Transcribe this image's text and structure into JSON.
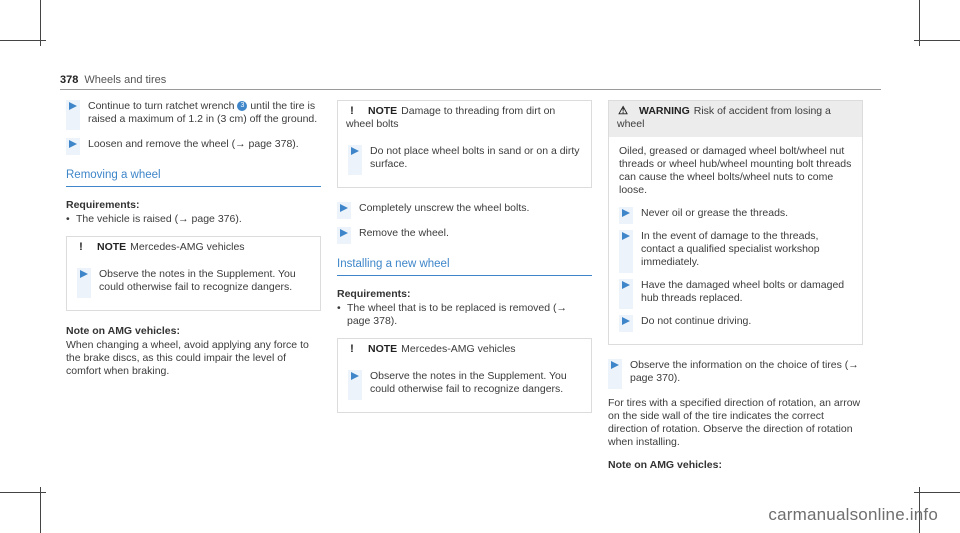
{
  "header": {
    "page_number": "378",
    "title": "Wheels and tires"
  },
  "col1": {
    "step1_a": "Continue to turn ratchet wrench",
    "step1_num": "3",
    "step1_b": "until the tire is raised a maximum of 1.2 in (3 cm) off the ground.",
    "step2": "Loosen and remove the wheel (→ page 378).",
    "section_title": "Removing a wheel",
    "req_label": "Requirements:",
    "req_item": "The vehicle is raised (→ page 376).",
    "note_icon": "!",
    "note_title": "NOTE",
    "note_text": "Mercedes-AMG vehicles",
    "note_step": "Observe the notes in the Supplement. You could otherwise fail to recognize dangers.",
    "amg_heading": "Note on AMG vehicles:",
    "amg_text": "When changing a wheel, avoid applying any force to the brake discs, as this could impair the level of comfort when braking."
  },
  "col2": {
    "note_icon": "!",
    "note_title": "NOTE",
    "note_text": "Damage to threading from dirt on wheel bolts",
    "note_step": "Do not place wheel bolts in sand or on a dirty surface.",
    "step1": "Completely unscrew the wheel bolts.",
    "step2": "Remove the wheel.",
    "section_title": "Installing a new wheel",
    "req_label": "Requirements:",
    "req_item": "The wheel that is to be replaced is removed (→ page 378).",
    "note2_icon": "!",
    "note2_title": "NOTE",
    "note2_text": "Mercedes-AMG vehicles",
    "note2_step": "Observe the notes in the Supplement. You could otherwise fail to recognize dangers."
  },
  "col3": {
    "warn_icon": "⚠",
    "warn_title": "WARNING",
    "warn_text": "Risk of accident from losing a wheel",
    "warn_body": "Oiled, greased or damaged wheel bolt/wheel nut threads or wheel hub/wheel mounting bolt threads can cause the wheel bolts/wheel nuts to come loose.",
    "warn_step1": "Never oil or grease the threads.",
    "warn_step2": "In the event of damage to the threads, contact a qualified specialist workshop immediately.",
    "warn_step3": "Have the damaged wheel bolts or damaged hub threads replaced.",
    "warn_step4": "Do not continue driving.",
    "step1": "Observe the information on the choice of tires (→ page 370).",
    "para": "For tires with a specified direction of rotation, an arrow on the side wall of the tire indicates the correct direction of rotation. Observe the direction of rotation when installing.",
    "amg_heading": "Note on AMG vehicles:"
  },
  "watermark": "carmanualsonline.info"
}
